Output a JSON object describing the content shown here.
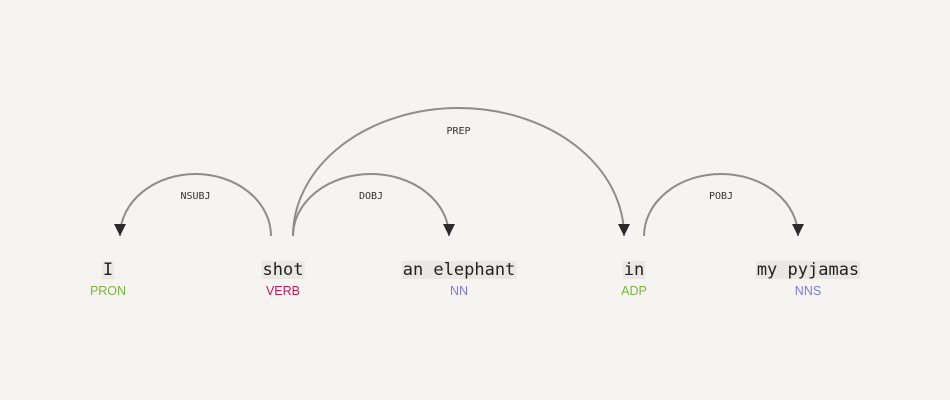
{
  "diagram": {
    "colors": {
      "background": "#f5f4f0",
      "arc": "#8d8d8d",
      "arrow": "#2b2b2b",
      "word": "#222222"
    },
    "tokens": [
      {
        "text": "I",
        "tag": "PRON",
        "tag_color": "#7cb342"
      },
      {
        "text": "shot",
        "tag": "VERB",
        "tag_color": "#c2185b"
      },
      {
        "text": "an elephant",
        "tag": "NN",
        "tag_color": "#7b7be0"
      },
      {
        "text": "in",
        "tag": "ADP",
        "tag_color": "#7cb342"
      },
      {
        "text": "my pyjamas",
        "tag": "NNS",
        "tag_color": "#7b7be0"
      }
    ],
    "arcs": [
      {
        "label": "NSUBJ",
        "head": 1,
        "dependent": 0
      },
      {
        "label": "DOBJ",
        "head": 1,
        "dependent": 2
      },
      {
        "label": "PREP",
        "head": 1,
        "dependent": 3
      },
      {
        "label": "POBJ",
        "head": 3,
        "dependent": 4
      }
    ]
  }
}
